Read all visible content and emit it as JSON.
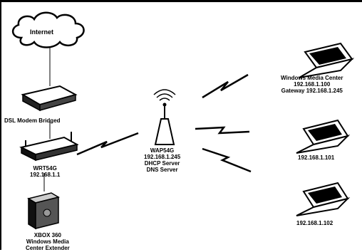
{
  "cloud": {
    "label": "Internet"
  },
  "modem": {
    "label": "DSL Modem Bridged"
  },
  "router": {
    "name": "WRT54G",
    "ip": "192.168.1.1"
  },
  "xbox": {
    "line1": "XBOX 360",
    "line2": "Windows Media",
    "line3": "Center Extender"
  },
  "access_point": {
    "name": "WAP54G",
    "ip": "192.168.1.245",
    "role1": "DHCP Server",
    "role2": "DNS Server"
  },
  "laptop_top": {
    "line1": "Windows Media Center",
    "line2": "192.168.1.100",
    "line3": "Gateway 192.168.1.245"
  },
  "laptop_mid": {
    "ip": "192.168.1.101"
  },
  "laptop_bottom": {
    "ip": "192.168.1.102"
  }
}
